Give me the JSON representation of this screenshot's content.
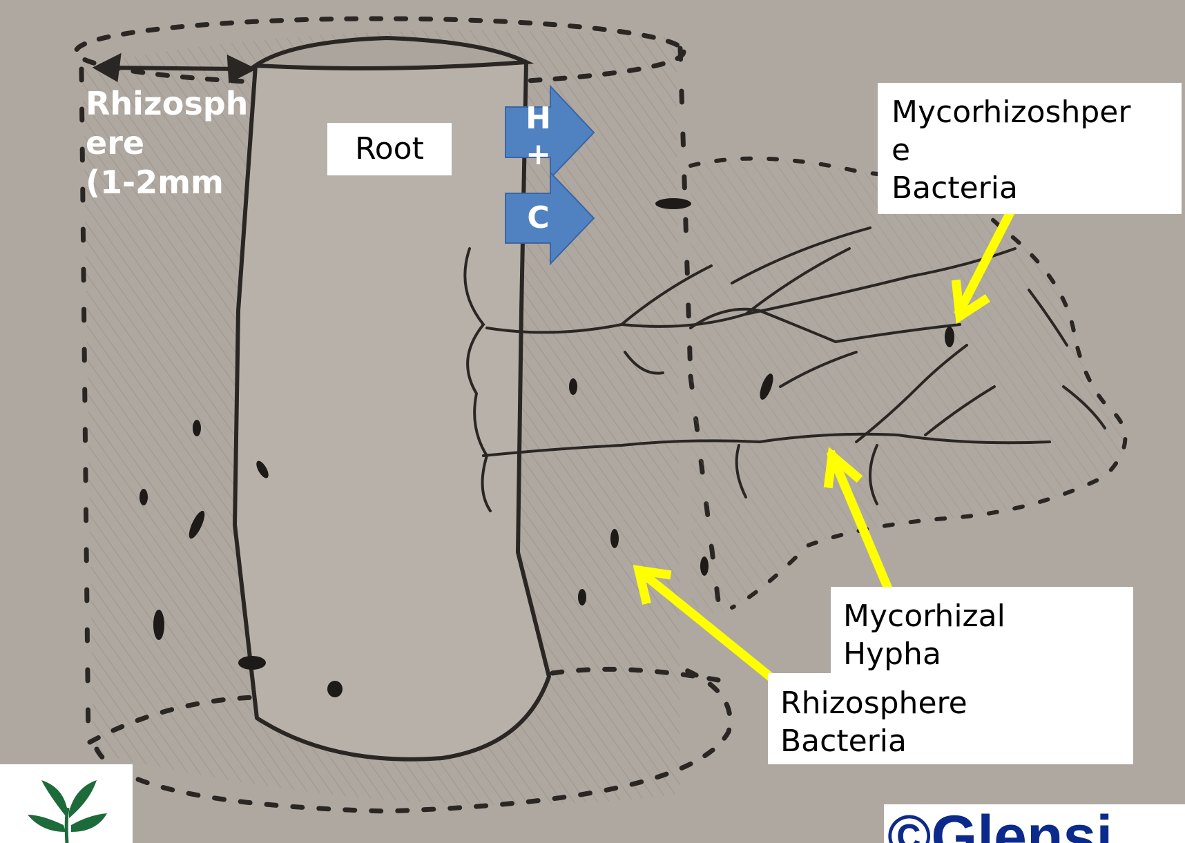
{
  "labels": {
    "rhizosphere_width": "Rhizosph\nere\n (1-2mm",
    "root": "Root",
    "mycorhizosphere_bacteria": "Mycorhizoshper\ne\nBacteria",
    "mycorhizal_hypha": "Mycorhizal\nHypha",
    "rhizosphere_bacteria": "Rhizosphere\nBacteria"
  },
  "flow_arrows": [
    {
      "text": "H\n+"
    },
    {
      "text": "C"
    }
  ],
  "watermark": "©Glensi",
  "colors": {
    "paper": "#b2aba3",
    "pencil": "#2a2623",
    "arrow_blue": "#5082c2",
    "pointer_yellow": "#ffff00",
    "logo_green": "#1d6b3a",
    "watermark_blue": "#0c2a8c"
  }
}
